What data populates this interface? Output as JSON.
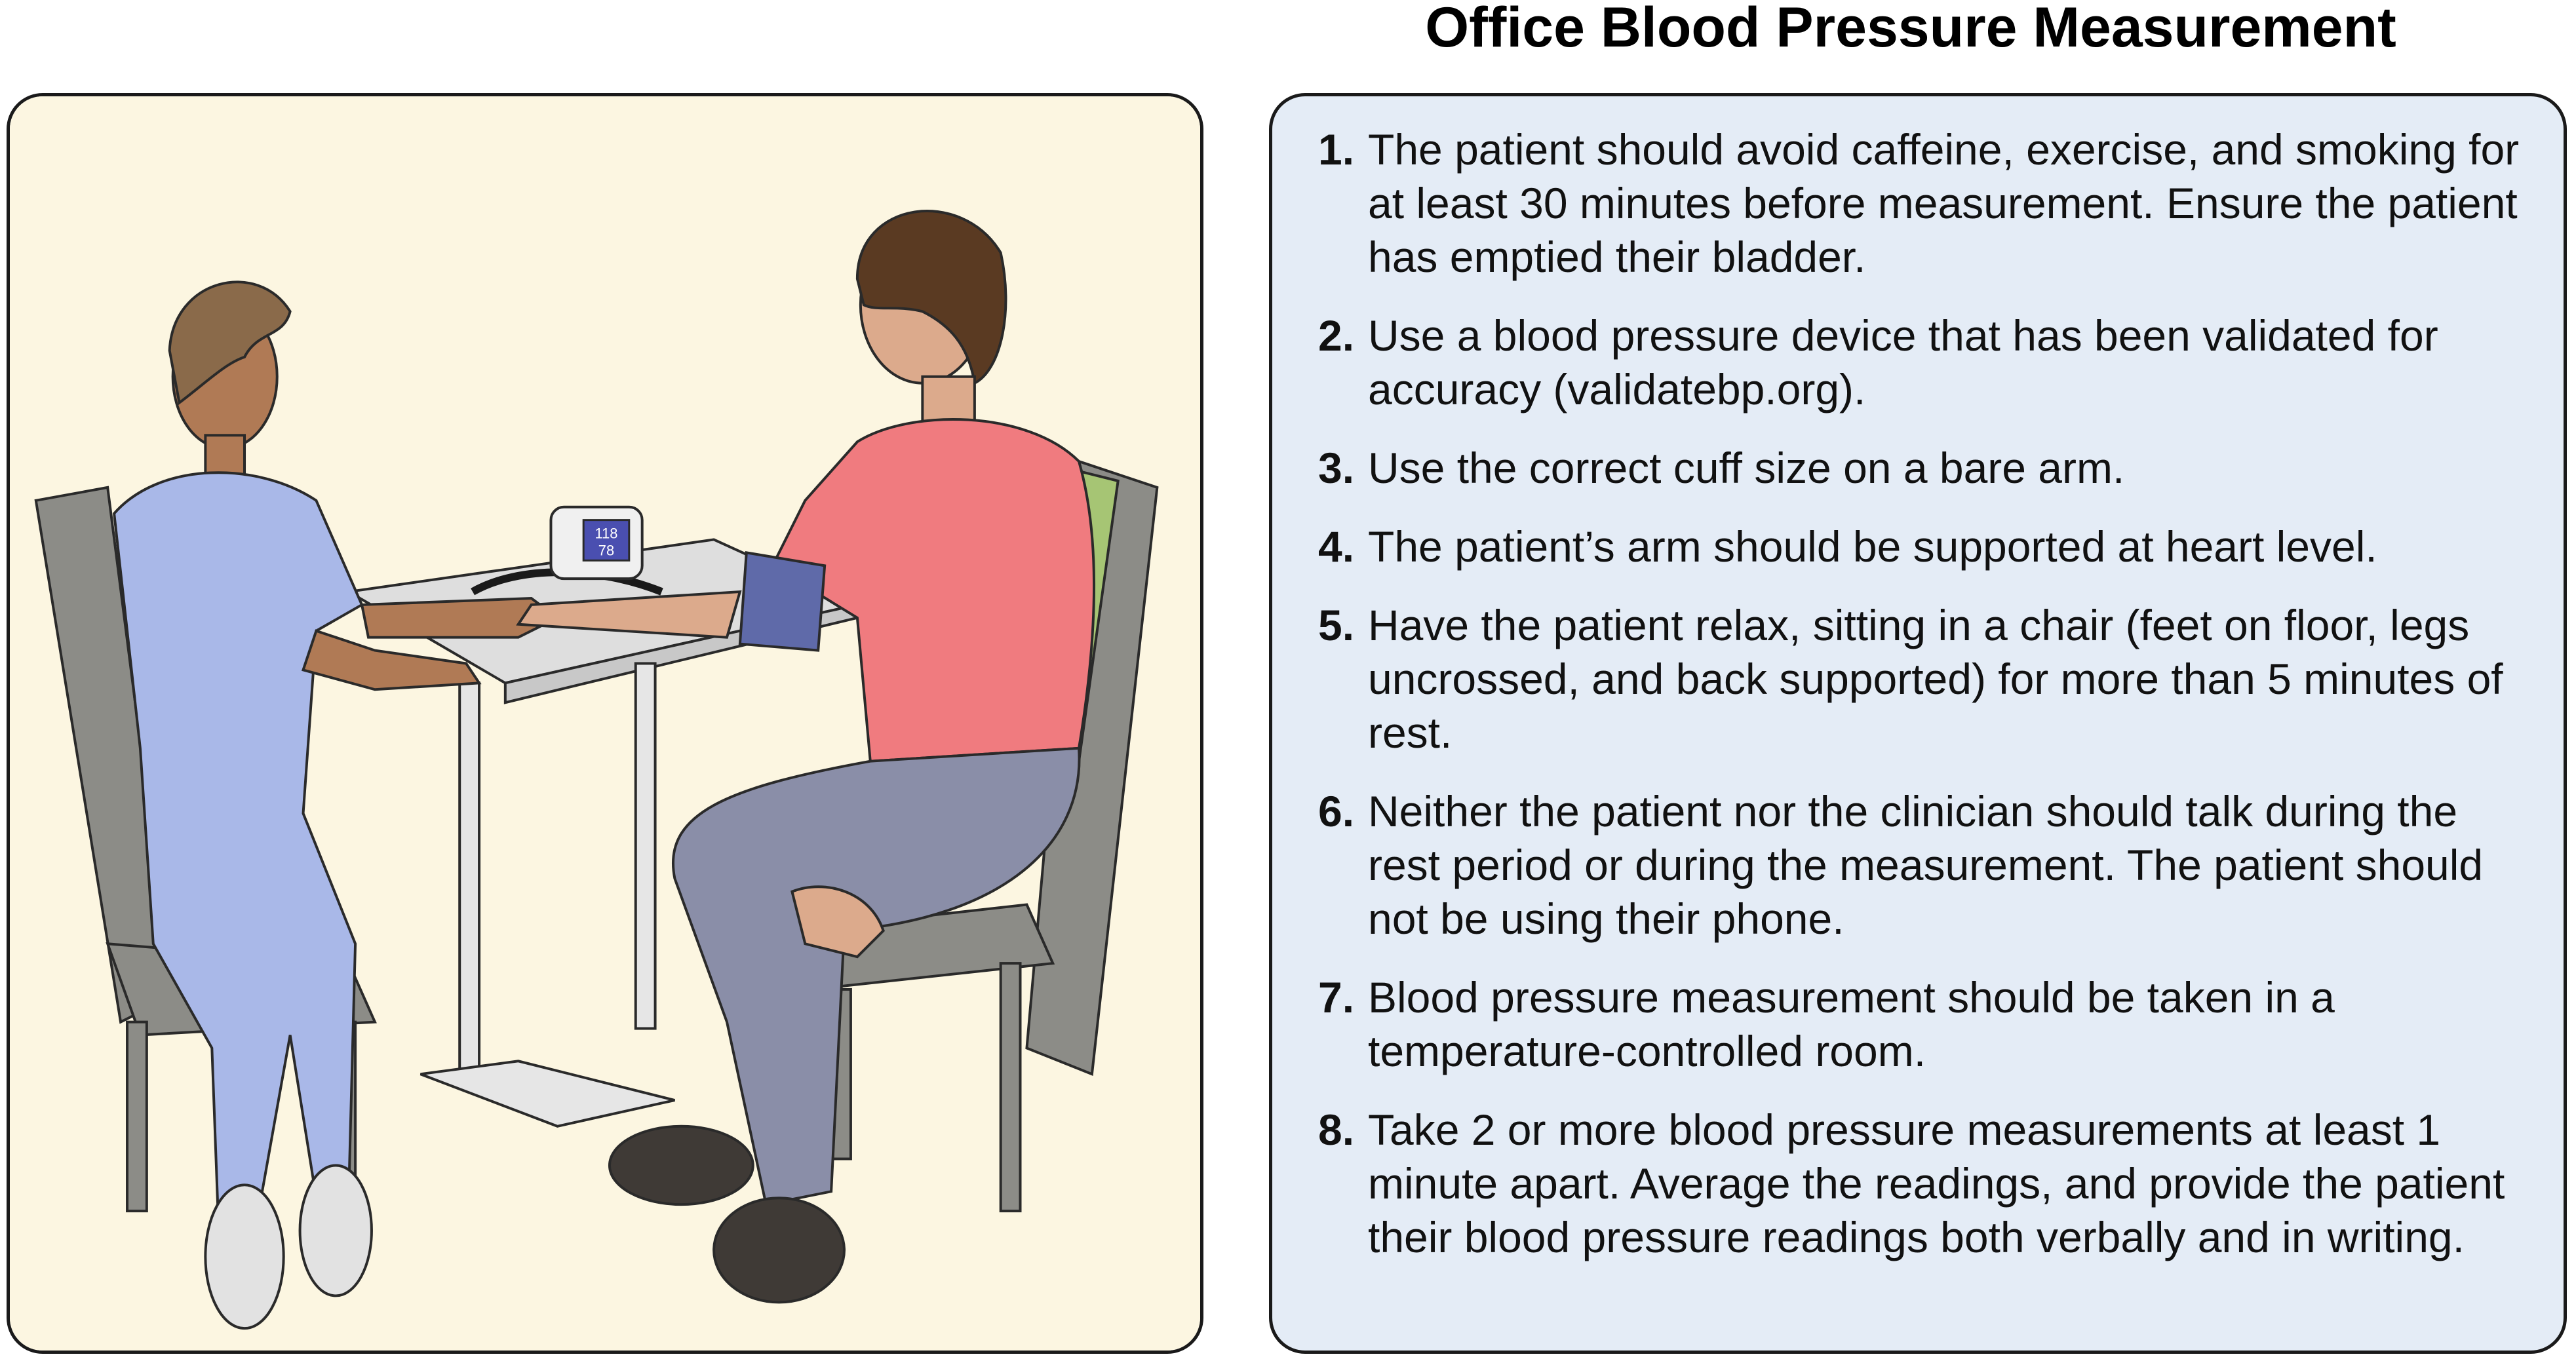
{
  "title": "Office Blood Pressure Measurement",
  "colors": {
    "illustration_bg": "#fcf6e1",
    "steps_bg": "#e4ecf6",
    "border": "#1a1a1a",
    "clinician_scrubs": "#a9b8e8",
    "patient_shirt": "#f07b7f",
    "patient_pants": "#8a8ea8",
    "cuff": "#5f6aa9",
    "chair": "#8c8c87",
    "cushion": "#a6c574",
    "table": "#dedede"
  },
  "device": {
    "reading_top": "118",
    "reading_bottom": "78"
  },
  "steps": [
    {
      "number": "1.",
      "text": "The patient should avoid caffeine, exercise, and smoking for at least 30 minutes before measurement. Ensure the patient has emptied their bladder."
    },
    {
      "number": "2.",
      "text": "Use a blood pressure device that has been validated for accuracy (validatebp.org)."
    },
    {
      "number": "3.",
      "text": "Use the correct cuff size on a bare arm."
    },
    {
      "number": "4.",
      "text": "The patient’s arm should be supported at heart level."
    },
    {
      "number": "5.",
      "text": "Have the patient relax, sitting in a chair (feet on floor, legs uncrossed, and back supported) for more than 5 minutes of rest."
    },
    {
      "number": "6.",
      "text": "Neither the patient nor the clinician should talk during the rest period or during the measurement. The patient should not be using their phone."
    },
    {
      "number": "7.",
      "text": "Blood pressure measurement should be taken in a temperature-controlled room."
    },
    {
      "number": "8.",
      "text": "Take 2 or more blood pressure measurements at least 1 minute apart. Average the readings, and provide the patient their blood pressure readings both verbally and in writing."
    }
  ]
}
